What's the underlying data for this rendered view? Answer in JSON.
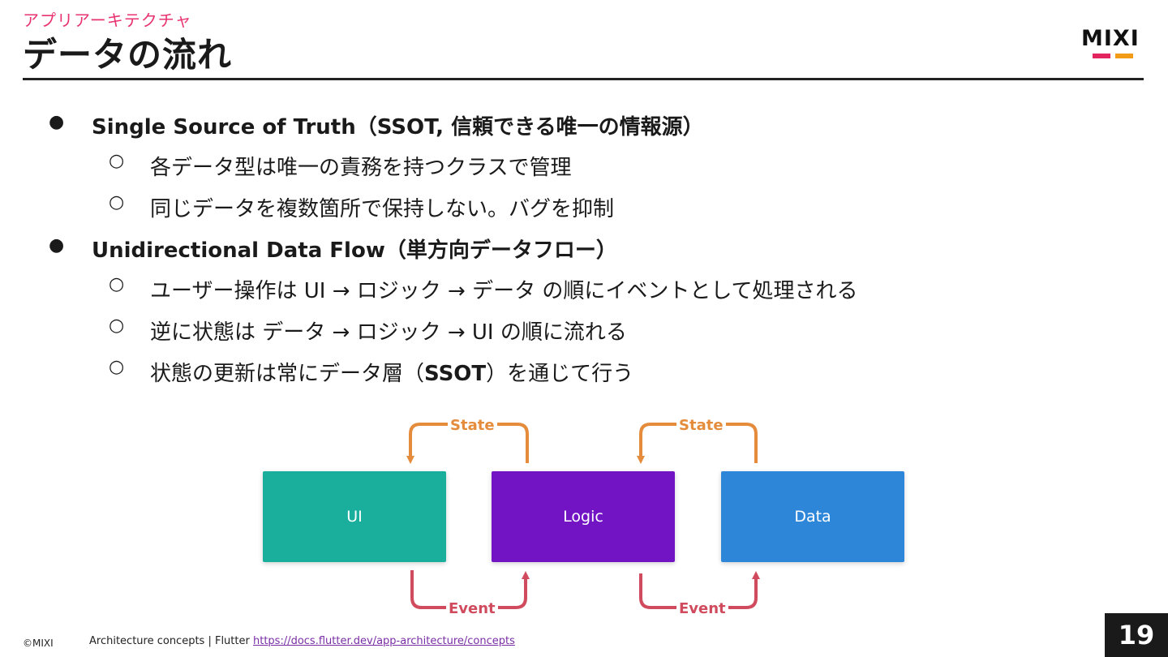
{
  "header": {
    "kicker": "アプリアーキテクチャ",
    "title": "データの流れ",
    "logo_text": "MIXI"
  },
  "bullets": [
    {
      "level": 1,
      "text": "Single Source of Truth（SSOT, 信頼できる唯一の情報源）",
      "children": [
        {
          "text": "各データ型は唯一の責務を持つクラスで管理"
        },
        {
          "text": "同じデータを複数箇所で保持しない。バグを抑制"
        }
      ]
    },
    {
      "level": 1,
      "text": "Unidirectional Data Flow（単方向データフロー）",
      "children": [
        {
          "text": "ユーザー操作は UI → ロジック → データ の順にイベントとして処理される"
        },
        {
          "text": "逆に状態は データ → ロジック → UI の順に流れる"
        },
        {
          "text_before": "状態の更新は常にデータ層（",
          "text_bold": "SSOT",
          "text_after": "）を通じて行う"
        }
      ]
    }
  ],
  "bullet_marks": {
    "level1": "●",
    "level2": "○"
  },
  "diagram": {
    "boxes": [
      {
        "label": "UI",
        "color": "#1aaf9d"
      },
      {
        "label": "Logic",
        "color": "#7213c4"
      },
      {
        "label": "Data",
        "color": "#2e86d9"
      }
    ],
    "state_label": "State",
    "event_label": "Event",
    "state_color": "#e48c3b",
    "event_color": "#d04b5d"
  },
  "footer": {
    "copyright": "©MIXI",
    "source_text": "Architecture concepts | Flutter ",
    "source_link": "https://docs.flutter.dev/app-architecture/concepts",
    "page_number": "19"
  },
  "colors": {
    "accent_pink": "#e8336f",
    "logo_pink": "#e2245f",
    "logo_orange": "#f29b16"
  }
}
